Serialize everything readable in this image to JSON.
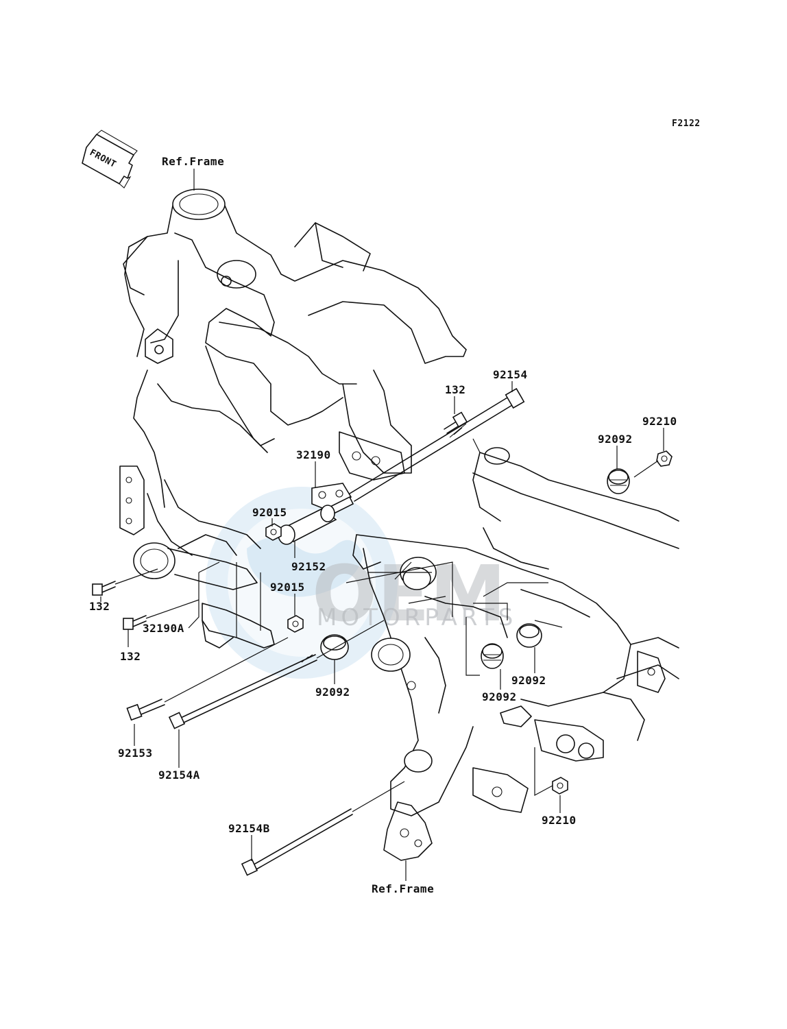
{
  "diagram": {
    "code": "F2122",
    "front_label": "FRONT",
    "colors": {
      "ink": "#111111",
      "watermark_blue": "#cfe4f2",
      "watermark_gray": "#b9bcc0"
    }
  },
  "watermark": {
    "brand": "OEM",
    "sub": "MOTORPARTS"
  },
  "labels": {
    "ref_frame_top": "Ref.Frame",
    "ref_frame_bottom": "Ref.Frame",
    "p_92154": "92154",
    "p_132_top": "132",
    "p_92210_top": "92210",
    "p_92092_top": "92092",
    "p_32190": "32190",
    "p_92015_a": "92015",
    "p_92152": "92152",
    "p_92015_b": "92015",
    "p_132_left": "132",
    "p_132_left2": "132",
    "p_32190A": "32190A",
    "p_92092_mid": "92092",
    "p_92092_right": "92092",
    "p_92092_right2": "92092",
    "p_92153": "92153",
    "p_92154A": "92154A",
    "p_92210_bottom": "92210",
    "p_92154B": "92154B"
  }
}
